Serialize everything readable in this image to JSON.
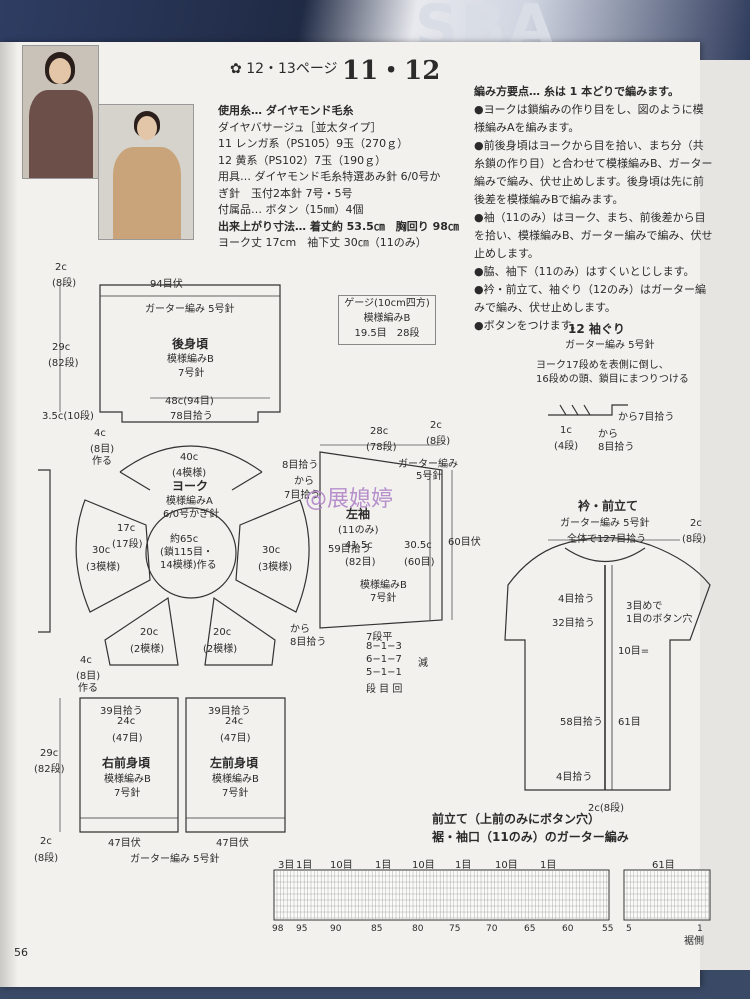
{
  "header": {
    "pages": "12・13ページ",
    "model": "11・12"
  },
  "materials": {
    "yarn": "使用糸… ダイヤモンド毛糸",
    "yarn_name": "ダイヤバサージュ［並太タイプ］",
    "c11": "11 レンガ系（PS105）9玉（270ｇ）",
    "c12": "12 黄系（PS102）7玉（190ｇ）",
    "tools1": "用具… ダイヤモンド毛糸特選あみ針 6/0号か",
    "tools2": "ぎ針　玉付2本針 7号・5号",
    "notions": "付属品… ボタン（15㎜）4個",
    "size1": "出来上がり寸法… 着丈約 53.5㎝　胸回り 98㎝",
    "size2": "ヨーク丈 17cm　袖下丈 30㎝（11のみ）"
  },
  "instructions": [
    "編み方要点… 糸は 1 本どりで編みます。",
    "●ヨークは鎖編みの作り目をし、図のように模",
    "様編みAを編みます。",
    "●前後身頃はヨークから目を拾い、まち分（共",
    "糸鎖の作り目）と合わせて模様編みB、ガーター",
    "編みで編み、伏せ止めします。後身頃は先に前",
    "後差を模様編みBで編みます。",
    "●袖（11のみ）はヨーク、まち、前後差から目",
    "を拾い、模様編みB、ガーター編みで編み、伏せ",
    "止めします。",
    "●脇、袖下（11のみ）はすくいとじします。",
    "●衿・前立て、袖ぐり（12のみ）はガーター編",
    "みで編み、伏せ止めします。",
    "●ボタンをつけます。"
  ],
  "gauge": {
    "title": "ゲージ(10cm四方)",
    "pattern": "模様編みB",
    "value": "19.5目　28段"
  },
  "back": {
    "name": "後身頃",
    "pattern": "模様編みB",
    "needle": "7号針",
    "top": "94目伏",
    "edge": "ガーター編み 5号針",
    "h1": "2c",
    "h1b": "(8段)",
    "h2": "29c",
    "h2b": "(82段)",
    "w": "48c(94目)",
    "pick": "78目拾う",
    "gusset": "3.5c(10段)"
  },
  "yoke": {
    "name": "ヨーク",
    "pattern": "模様編みA",
    "needle": "6/0号かぎ針",
    "top": "40c",
    "top_b": "(4模様)",
    "side_l": "30c",
    "side_lb": "(3模様)",
    "side_r": "30c",
    "side_rb": "(3模様)",
    "inner": "17c",
    "inner_b": "(17段)",
    "center1": "約65c",
    "center2": "(鎖115目・",
    "center3": "14模様)作る",
    "bot_l": "20c",
    "bot_lb": "(2模様)",
    "bot_r": "20c",
    "bot_rb": "(2模様)",
    "gus": "4c",
    "gus_b": "(8目)",
    "gus_c": "作る",
    "gus2": "4c",
    "gus2_b": "(8目)",
    "gus2_c": "作る"
  },
  "right_front": {
    "name": "右前身頃",
    "pattern": "模様編みB",
    "needle": "7号針",
    "pick": "39目拾う",
    "w": "24c",
    "wb": "(47目)",
    "bind": "47目伏",
    "h": "29c",
    "hb": "(82段)",
    "h2": "2c",
    "h2b": "(8段)"
  },
  "left_front": {
    "name": "左前身頃",
    "pattern": "模様編みB",
    "needle": "7号針",
    "pick": "39目拾う",
    "w": "24c",
    "wb": "(47目)",
    "bind": "47目伏",
    "edge": "ガーター編み 5号針"
  },
  "sleeve": {
    "name": "左袖",
    "sub": "(11のみ)",
    "pattern": "模様編みB",
    "needle": "7号針",
    "top": "28c",
    "top_b": "(78段)",
    "cuff": "2c",
    "cuff_b": "(8段)",
    "cuff_lbl": "ガーター編み",
    "cuff_lbl2": "5号針",
    "l1": "8目拾う",
    "l2": "から",
    "l3": "7目拾う",
    "left_h": "59目拾う",
    "w1": "41.5c",
    "w1b": "(82目)",
    "w2": "30.5c",
    "w2b": "(60目)",
    "right_h": "60目伏",
    "from": "から",
    "pick": "8目拾う",
    "flat": "7段平",
    "dec1": "8−1−3",
    "dec2": "6−1−7",
    "dec3": "5−1−1",
    "dec_hdr": "段 目 回",
    "dec_lbl": "減"
  },
  "armhole": {
    "title": "12 袖ぐり",
    "edge": "ガーター編み 5号針",
    "note1": "ヨーク17段めを表側に倒し、",
    "note2": "16段めの頭、鎖目にまつりつける",
    "from": "から7目拾う",
    "h": "1c",
    "hb": "(4段)",
    "v1": "から",
    "v2": "8目拾う"
  },
  "collar": {
    "title": "衿・前立て",
    "edge": "ガーター編み 5号針",
    "total": "全体で127目拾う",
    "h": "2c",
    "hb": "(8段)",
    "p1": "4目拾う",
    "p2": "32目拾う",
    "p3": "58目拾う",
    "p4": "4目拾う",
    "bh1": "3目めで",
    "bh2": "1目のボタン穴",
    "bh3": "10目=",
    "r1": "61目",
    "bottom": "2c(8段)"
  },
  "chart": {
    "title1": "前立て（上前のみにボタン穴）",
    "title2": "裾・袖口（11のみ）のガーター編み",
    "hdr": [
      "3目",
      "1目",
      "10目",
      "1目",
      "10目",
      "1目",
      "10目",
      "1目",
      "61目"
    ],
    "nums": [
      "98",
      "95",
      "90",
      "85",
      "80",
      "75",
      "70",
      "65",
      "60",
      "55",
      "5",
      "1"
    ],
    "side": "裾側"
  },
  "watermark": "@展媳婷",
  "page_number": "56",
  "bg_logo": "SBA"
}
